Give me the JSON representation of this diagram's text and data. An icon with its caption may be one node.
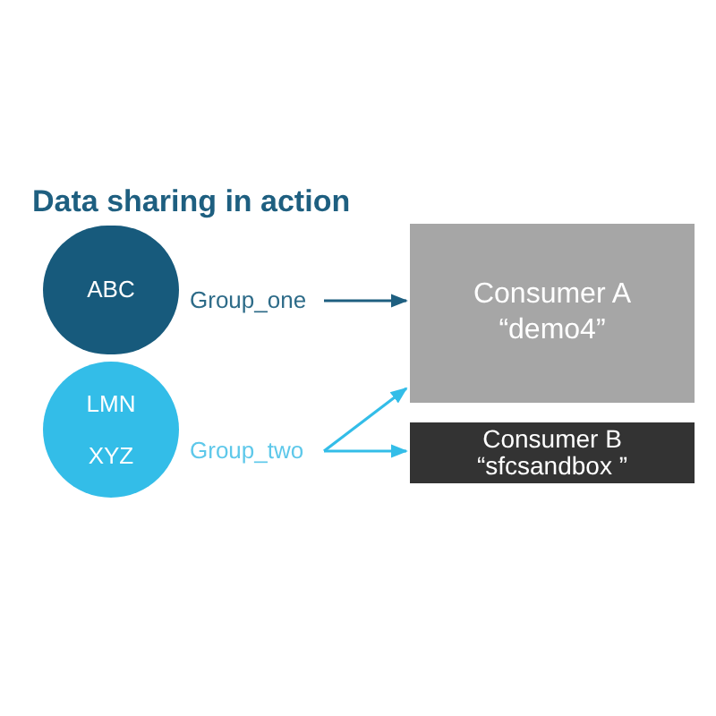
{
  "diagram": {
    "title": "Data sharing in action",
    "nodes": [
      {
        "text": [
          "ABC"
        ]
      },
      {
        "text": [
          "LMN",
          "XYZ"
        ]
      },
      {
        "text": [
          "Group_one"
        ]
      },
      {
        "text": [
          "Group_two"
        ]
      },
      {
        "text": [
          "Consumer A “demo4”"
        ]
      },
      {
        "text": [
          "Consumer B “sfcsandbox ”"
        ]
      }
    ],
    "edges": [
      {
        "from": 2,
        "to": 4,
        "arrow": "to",
        "color": "#1e5f80"
      },
      {
        "from": 3,
        "to": 4,
        "arrow": "to"
      },
      {
        "from": 3,
        "to": 5,
        "arrow": "to"
      }
    ]
  }
}
